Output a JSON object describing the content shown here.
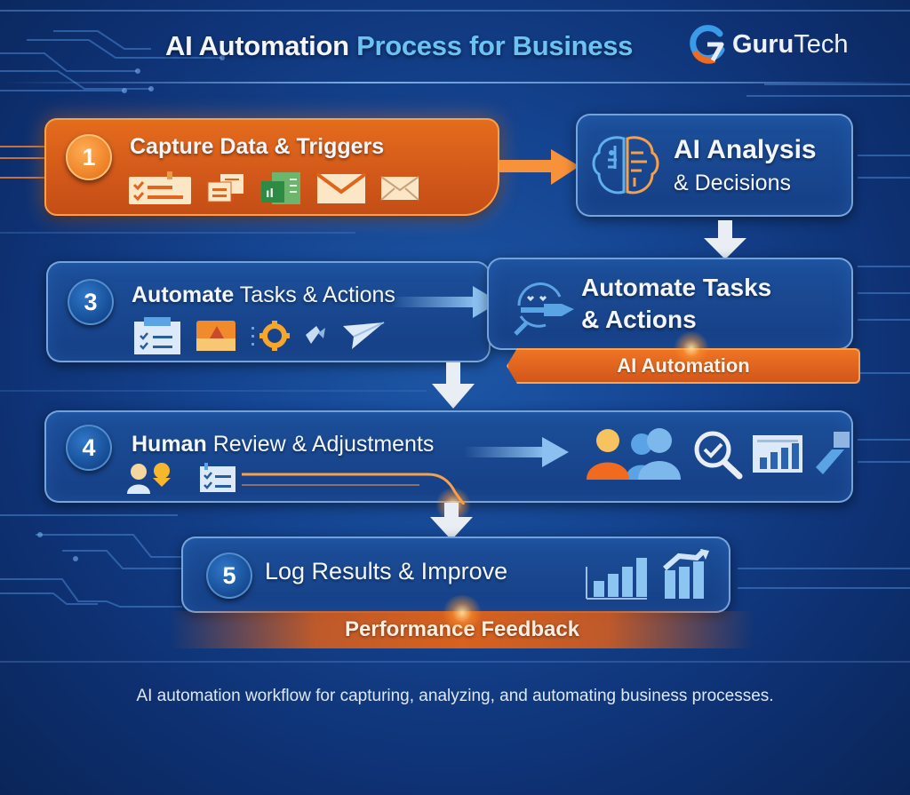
{
  "header": {
    "title_part1": "AI Automation",
    "title_part2": "Process for Business",
    "logo_bold": "Guru",
    "logo_regular": "Tech"
  },
  "steps": [
    {
      "number": "1",
      "title": "Capture Data & Triggers",
      "icons": [
        "checklist-icon",
        "documents-icon",
        "spreadsheet-icon",
        "email-icon",
        "envelope-icon"
      ]
    },
    {
      "title_line1": "AI Analysis",
      "title_line2": "& Decisions",
      "icons": [
        "ai-brain-icon"
      ]
    },
    {
      "number": "3",
      "title_bold": "Automate",
      "title_regular": "Tasks & Actions",
      "icons": [
        "task-list-icon",
        "folder-icon",
        "gear-icon",
        "tool-icon",
        "send-icon"
      ]
    },
    {
      "title_line1": "Automate Tasks",
      "title_line2": "& Actions",
      "banner": "AI Automation",
      "icons": [
        "robot-connector-icon"
      ]
    },
    {
      "number": "4",
      "title_bold": "Human",
      "title_regular": "Review & Adjustments",
      "icons": [
        "users-icon",
        "checklist-icon",
        "team-icon",
        "magnifier-check-icon",
        "bar-chart-icon",
        "puzzle-icon"
      ]
    },
    {
      "number": "5",
      "title": "Log Results & Improve",
      "banner": "Performance Feedback",
      "icons": [
        "bar-chart-icon",
        "growth-chart-icon"
      ]
    }
  ],
  "caption": "AI automation workflow for capturing, analyzing, and automating business processes.",
  "colors": {
    "background": "#154592",
    "accent_orange": "#e46c1c",
    "accent_blue": "#6cc2f2",
    "box_border": "#96c3f5"
  }
}
